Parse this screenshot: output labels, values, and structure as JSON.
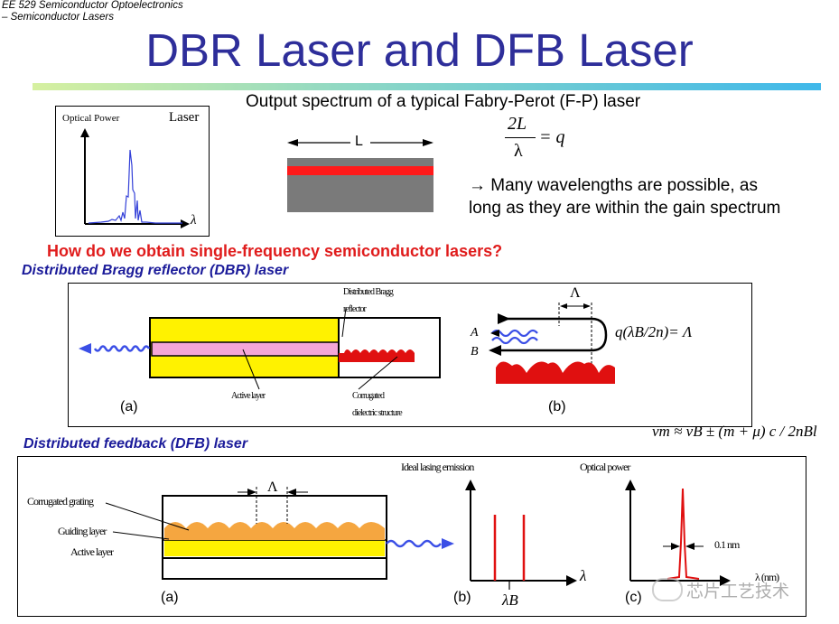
{
  "header": {
    "course_line1": "EE 529 Semiconductor Optoelectronics",
    "course_line2": "– Semiconductor Lasers",
    "title": "DBR Laser and DFB Laser"
  },
  "fp_section": {
    "heading": "Output spectrum of a typical Fabry-Perot (F-P) laser",
    "spectrum_label_power": "Optical Power",
    "spectrum_label_laser": "Laser",
    "spectrum_label_lambda": "λ",
    "cavity_length_label": "L",
    "eq_numerator": "2L",
    "eq_denominator": "λ",
    "eq_rhs": "= q",
    "note_line1": "→ Many wavelengths are possible, as",
    "note_line2": "long as they are within the gain spectrum"
  },
  "question": "How do we obtain single-frequency semiconductor lasers?",
  "dbr": {
    "heading": "Distributed Bragg reflector (DBR) laser",
    "label_reflector_1": "Distributed Bragg",
    "label_reflector_2": "reflector",
    "label_active": "Active layer",
    "label_corrugated_1": "Corrugated",
    "label_corrugated_2": "dielectric structure",
    "label_a": "(a)",
    "label_b": "(b)",
    "period_symbol": "Λ",
    "wave_a": "A",
    "wave_b": "B",
    "bragg_eq": "q(λB/2n)= Λ"
  },
  "dfb": {
    "heading": "Distributed feedback (DFB) laser",
    "formula": "νm ≈ νB ± (m + μ) c / 2nBl",
    "label_grating": "Corrugated grating",
    "label_guiding": "Guiding layer",
    "label_active": "Active layer",
    "period_symbol": "Λ",
    "label_a": "(a)",
    "label_b": "(b)",
    "label_c": "(c)",
    "ideal_title": "Ideal lasing emission",
    "lambda_axis": "λ",
    "lambda_b": "λB",
    "optical_power": "Optical power",
    "linewidth": "0.1 nm",
    "lambda_nm": "λ (nm)"
  },
  "watermark": "芯片工艺技术",
  "colors": {
    "title_blue": "#2e2e9a",
    "question_red": "#e01c1c",
    "heading_blue": "#1b1b9a",
    "active_yellow": "#fff200",
    "active_pink": "#f4a6d7",
    "grating_red": "#e01010",
    "grating_orange": "#f5a640",
    "wave_blue": "#3b4fe6"
  }
}
